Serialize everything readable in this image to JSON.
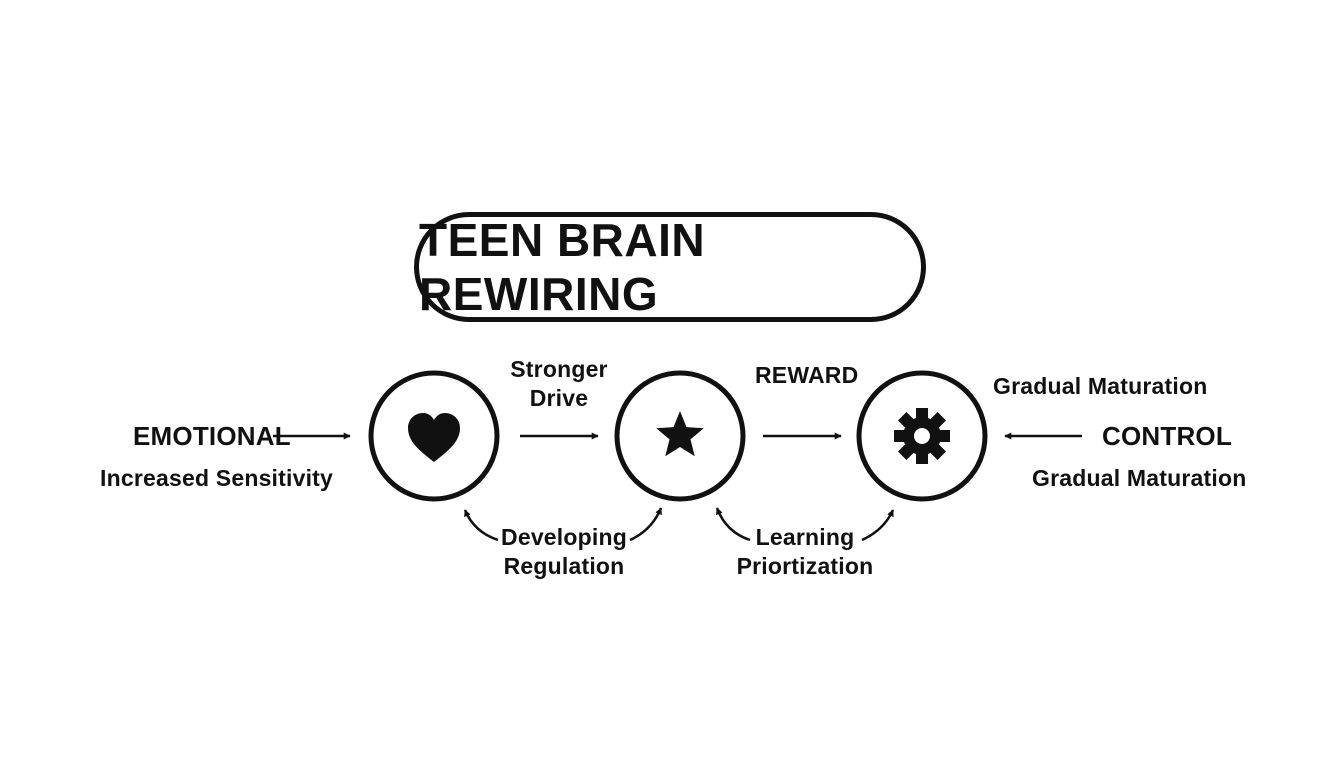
{
  "title": "TEEN BRAIN REWIRING",
  "left": {
    "heading": "EMOTIONAL",
    "detail": "Increased Sensitivity"
  },
  "right": {
    "heading": "CONTROL",
    "detail": "Gradual Maturation",
    "top_note": "Gradual Maturation"
  },
  "top_labels": {
    "between_1_2": [
      "Stronger",
      "Drive"
    ],
    "between_2_3": "REWARD"
  },
  "bottom_labels": {
    "under_1_2": [
      "Developing",
      "Regulation"
    ],
    "under_2_3": [
      "Learning",
      "Priortization"
    ]
  },
  "nodes": [
    {
      "icon": "heart-icon"
    },
    {
      "icon": "star-icon"
    },
    {
      "icon": "gear-icon"
    }
  ],
  "colors": {
    "ink": "#111111",
    "background": "#ffffff"
  }
}
